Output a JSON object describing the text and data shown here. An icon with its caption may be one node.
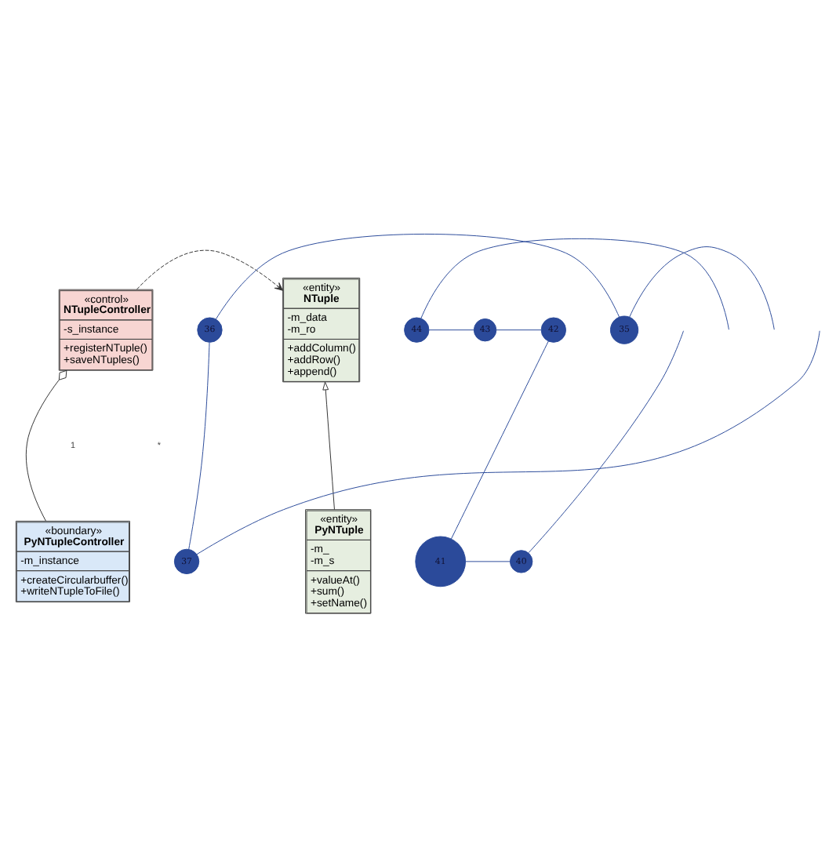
{
  "diagram": {
    "nodes": [
      {
        "text": [
          "«control»",
          "NTupleController",
          "-s_instance",
          "+registerNTuple()",
          "+saveNTuples()"
        ]
      },
      {
        "text": [
          "«entity»",
          "NTuple",
          "-m_data",
          "-m_ro",
          "+addColumn()",
          "+addRow()",
          "+append()"
        ]
      },
      {
        "text": [
          "«boundary»",
          "PyNTupleController",
          "-m_instance",
          "+createCircularbuffer()",
          "+writeNTupleToFile()"
        ]
      },
      {
        "text": [
          "«entity»",
          "PyNTuple",
          "-m_",
          "-m_s",
          "+valueAt()",
          "+sum()",
          "+setName()"
        ]
      },
      {
        "text": [
          "35"
        ]
      },
      {
        "text": [
          "36"
        ]
      },
      {
        "text": [
          "37"
        ]
      },
      {
        "text": [
          "40"
        ]
      },
      {
        "text": [
          "41"
        ]
      },
      {
        "text": [
          "42"
        ]
      },
      {
        "text": [
          "43"
        ]
      },
      {
        "text": [
          "44"
        ]
      }
    ],
    "edges": [
      {
        "from": 0,
        "to": 1,
        "arrow": "to",
        "style": "dashed",
        "color": "#333333"
      },
      {
        "from": 0,
        "to": 2,
        "arrow": "other",
        "color": "#333333"
      },
      {
        "from": 3,
        "to": 1,
        "arrow": "to",
        "color": "#333333"
      },
      {
        "from": null,
        "to": 4,
        "arrow": "none",
        "color": "#2b4a9a"
      },
      {
        "from": 4,
        "to": 5,
        "arrow": "none",
        "color": "#2b4a9a"
      },
      {
        "from": 5,
        "to": 6,
        "arrow": "none",
        "color": "#2b4a9a"
      },
      {
        "from": 6,
        "to": null,
        "arrow": "none",
        "color": "#2b4a9a"
      },
      {
        "from": null,
        "to": 7,
        "arrow": "none",
        "color": "#2b4a9a"
      },
      {
        "from": 7,
        "to": 8,
        "arrow": "none",
        "color": "#2b4a9a"
      },
      {
        "from": 8,
        "to": 9,
        "arrow": "none",
        "color": "#2b4a9a"
      },
      {
        "from": 9,
        "to": 10,
        "arrow": "none",
        "color": "#2b4a9a"
      },
      {
        "from": 10,
        "to": 11,
        "arrow": "none",
        "color": "#2b4a9a"
      },
      {
        "from": 11,
        "to": null,
        "arrow": "none",
        "color": "#2b4a9a"
      }
    ],
    "labels": [
      "1",
      "*"
    ]
  }
}
